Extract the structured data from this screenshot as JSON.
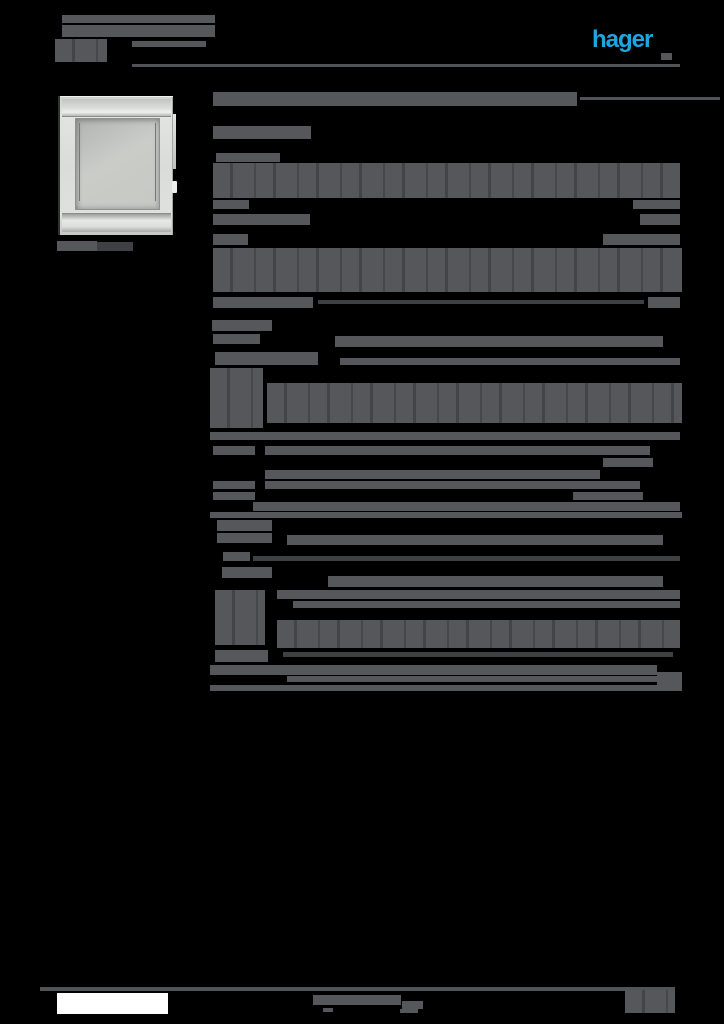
{
  "document": {
    "kind": "product-datasheet-page",
    "note": "rasterized page on black background; body text illegible (rendered as solid grey bars)"
  },
  "logo": {
    "text": "hager"
  },
  "colors": {
    "background": "#000000",
    "bar_grey": "#56575a",
    "bar_dark": "#3f4043",
    "rule_grey": "#515357",
    "white": "#ffffff",
    "logo_blue": "#1da7e0"
  },
  "bars": [
    [
      62,
      15,
      153,
      8,
      "g",
      "header"
    ],
    [
      62,
      25,
      153,
      12,
      "g",
      "header"
    ],
    [
      55,
      39,
      52,
      23,
      "g",
      "header"
    ],
    [
      132,
      41,
      74,
      6,
      "g",
      "header"
    ],
    [
      132,
      64,
      548,
      3,
      "r",
      "header"
    ],
    [
      661,
      53,
      11,
      7,
      "g",
      "logo-sub"
    ],
    [
      57,
      241,
      40,
      10,
      "g",
      "photo-caption"
    ],
    [
      97,
      242,
      36,
      9,
      "d",
      "photo-caption"
    ],
    [
      213,
      92,
      364,
      14,
      "g",
      "title"
    ],
    [
      580,
      97,
      140,
      3,
      "r",
      "title"
    ],
    [
      213,
      126,
      98,
      13,
      "g",
      "title"
    ],
    [
      216,
      153,
      64,
      9,
      "g",
      "specs-1"
    ],
    [
      213,
      163,
      467,
      35,
      "g",
      "specs-1"
    ],
    [
      213,
      200,
      36,
      9,
      "g",
      "specs-1"
    ],
    [
      633,
      200,
      47,
      9,
      "g",
      "specs-1"
    ],
    [
      213,
      214,
      97,
      11,
      "g",
      "specs-1"
    ],
    [
      640,
      214,
      40,
      11,
      "g",
      "specs-1"
    ],
    [
      213,
      234,
      35,
      11,
      "g",
      "specs-1"
    ],
    [
      603,
      234,
      77,
      11,
      "g",
      "specs-1"
    ],
    [
      213,
      248,
      469,
      44,
      "g",
      "specs-1"
    ],
    [
      213,
      297,
      100,
      11,
      "g",
      "specs-1"
    ],
    [
      318,
      300,
      326,
      4,
      "d",
      "specs-1"
    ],
    [
      648,
      297,
      32,
      11,
      "g",
      "specs-1"
    ],
    [
      212,
      320,
      60,
      11,
      "g",
      "specs-2"
    ],
    [
      213,
      334,
      47,
      10,
      "g",
      "specs-2"
    ],
    [
      335,
      336,
      328,
      11,
      "g",
      "specs-2"
    ],
    [
      215,
      352,
      103,
      13,
      "g",
      "specs-2"
    ],
    [
      340,
      358,
      340,
      7,
      "g",
      "specs-2"
    ],
    [
      210,
      368,
      53,
      60,
      "g",
      "specs-2"
    ],
    [
      267,
      383,
      415,
      40,
      "g",
      "specs-2"
    ],
    [
      210,
      432,
      470,
      8,
      "g",
      "specs-2"
    ],
    [
      213,
      446,
      42,
      9,
      "g",
      "specs-2"
    ],
    [
      265,
      446,
      385,
      9,
      "g",
      "specs-2"
    ],
    [
      603,
      458,
      50,
      9,
      "g",
      "specs-2"
    ],
    [
      265,
      470,
      335,
      9,
      "g",
      "specs-2"
    ],
    [
      213,
      481,
      42,
      8,
      "g",
      "specs-2"
    ],
    [
      265,
      481,
      375,
      8,
      "g",
      "specs-2"
    ],
    [
      213,
      492,
      42,
      8,
      "g",
      "specs-2"
    ],
    [
      573,
      492,
      70,
      8,
      "g",
      "specs-2"
    ],
    [
      253,
      502,
      427,
      9,
      "g",
      "specs-2"
    ],
    [
      210,
      512,
      472,
      6,
      "g",
      "specs-2"
    ],
    [
      217,
      520,
      55,
      11,
      "g",
      "specs-3"
    ],
    [
      217,
      533,
      55,
      10,
      "g",
      "specs-3"
    ],
    [
      287,
      535,
      376,
      10,
      "g",
      "specs-3"
    ],
    [
      223,
      552,
      27,
      9,
      "g",
      "specs-3"
    ],
    [
      253,
      556,
      427,
      5,
      "d",
      "specs-3"
    ],
    [
      222,
      567,
      50,
      11,
      "g",
      "specs-3"
    ],
    [
      328,
      576,
      335,
      11,
      "g",
      "specs-3"
    ],
    [
      215,
      590,
      50,
      55,
      "g",
      "specs-3"
    ],
    [
      277,
      590,
      403,
      9,
      "g",
      "specs-3"
    ],
    [
      293,
      601,
      387,
      7,
      "g",
      "specs-3"
    ],
    [
      277,
      620,
      403,
      28,
      "g",
      "specs-3"
    ],
    [
      215,
      650,
      53,
      12,
      "g",
      "specs-3"
    ],
    [
      283,
      652,
      390,
      5,
      "d",
      "specs-3"
    ],
    [
      210,
      665,
      447,
      10,
      "g",
      "specs-3"
    ],
    [
      287,
      676,
      370,
      6,
      "g",
      "specs-3"
    ],
    [
      657,
      672,
      25,
      13,
      "g",
      "specs-3"
    ],
    [
      210,
      685,
      472,
      6,
      "g",
      "specs-3"
    ],
    [
      40,
      987,
      635,
      4,
      "r",
      "footer"
    ],
    [
      313,
      995,
      88,
      10,
      "g",
      "footer"
    ],
    [
      402,
      1001,
      21,
      8,
      "g",
      "footer"
    ],
    [
      323,
      1008,
      10,
      4,
      "g",
      "footer"
    ],
    [
      400,
      1009,
      18,
      4,
      "g",
      "footer"
    ],
    [
      625,
      990,
      50,
      23,
      "g",
      "footer"
    ]
  ]
}
